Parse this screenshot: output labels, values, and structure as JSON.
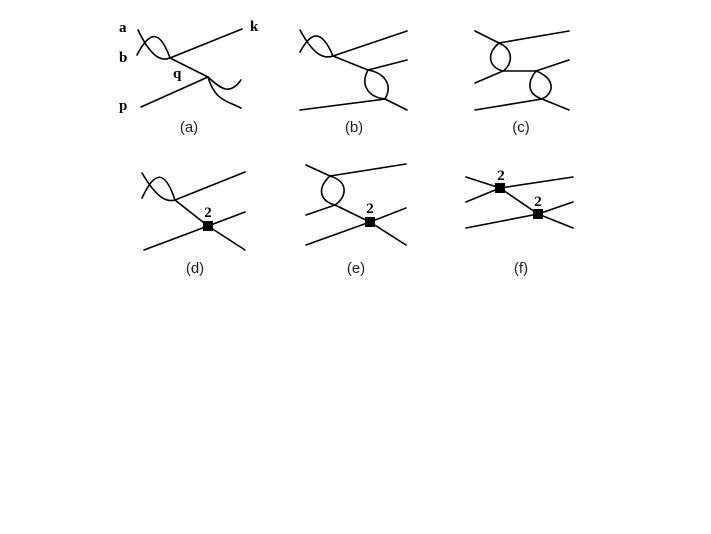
{
  "line_labels": {
    "a": "a",
    "b": "b",
    "p": "p",
    "k": "k",
    "q": "q"
  },
  "captions": {
    "a": "(a)",
    "b": "(b)",
    "c": "(c)",
    "d": "(d)",
    "e": "(e)",
    "f": "(f)"
  },
  "vertex_labels": {
    "d": "2",
    "e": "2",
    "f_top": "2",
    "f_bottom": "2"
  }
}
